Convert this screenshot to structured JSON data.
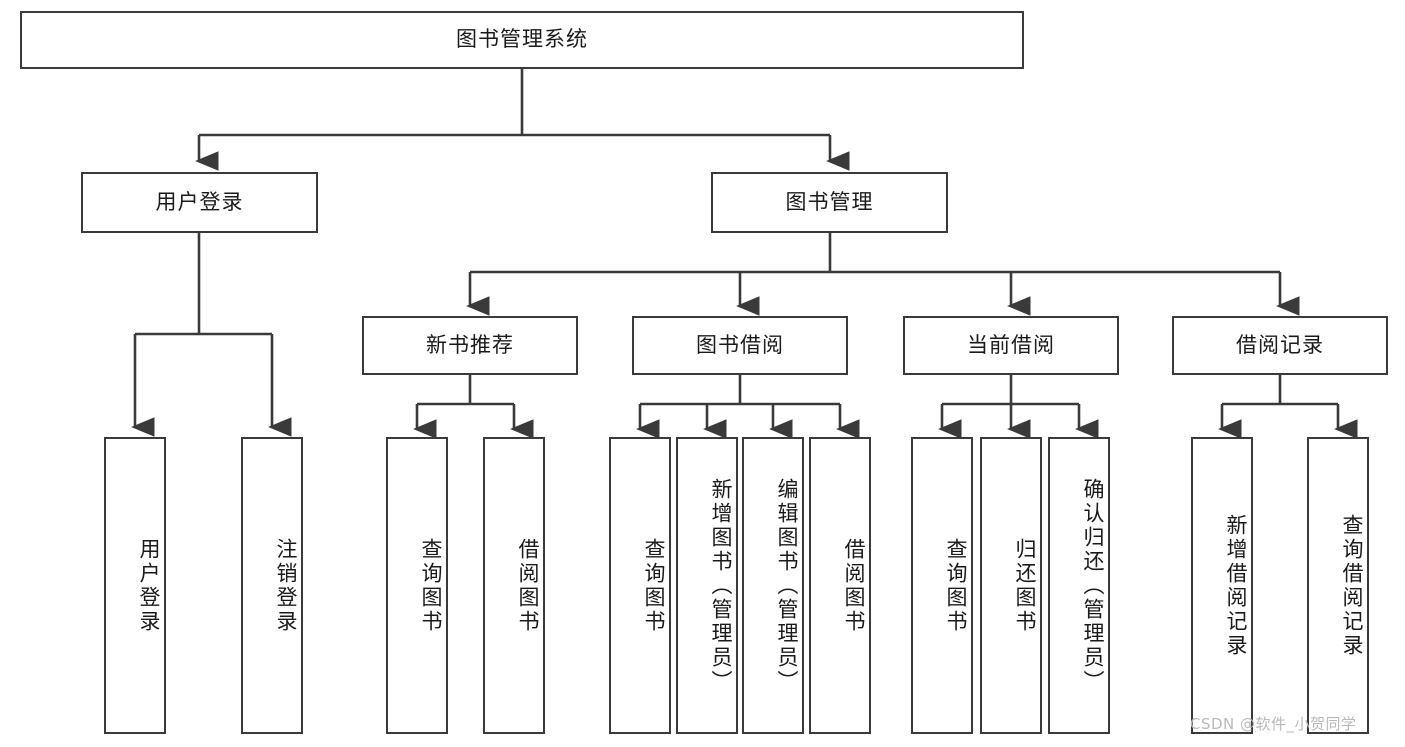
{
  "diagram": {
    "title": "图书管理系统",
    "type": "tree-hierarchy",
    "colors": {
      "box_border": "#3a3a3a",
      "box_fill": "#ffffff",
      "connector": "#3a3a3a",
      "text": "#1a1a1a",
      "watermark": "#b9b9b9",
      "background": "#ffffff"
    },
    "root": {
      "label": "图书管理系统"
    },
    "level2": [
      {
        "label": "用户登录"
      },
      {
        "label": "图书管理"
      }
    ],
    "level3": [
      {
        "label": "新书推荐"
      },
      {
        "label": "图书借阅"
      },
      {
        "label": "当前借阅"
      },
      {
        "label": "借阅记录"
      }
    ],
    "leaves": {
      "user_login": [
        {
          "label": "用户登录"
        },
        {
          "label": "注销登录"
        }
      ],
      "new_book_recommend": [
        {
          "label": "查询图书"
        },
        {
          "label": "借阅图书"
        }
      ],
      "book_borrow": [
        {
          "label": "查询图书"
        },
        {
          "label": "新增图书（管理员）"
        },
        {
          "label": "编辑图书（管理员）"
        },
        {
          "label": "借阅图书"
        }
      ],
      "current_borrow": [
        {
          "label": "查询图书"
        },
        {
          "label": "归还图书"
        },
        {
          "label": "确认归还（管理员）"
        }
      ],
      "borrow_record": [
        {
          "label": "新增借阅记录"
        },
        {
          "label": "查询借阅记录"
        }
      ]
    }
  },
  "watermark": {
    "text": "CSDN @软件_小贺同学"
  }
}
